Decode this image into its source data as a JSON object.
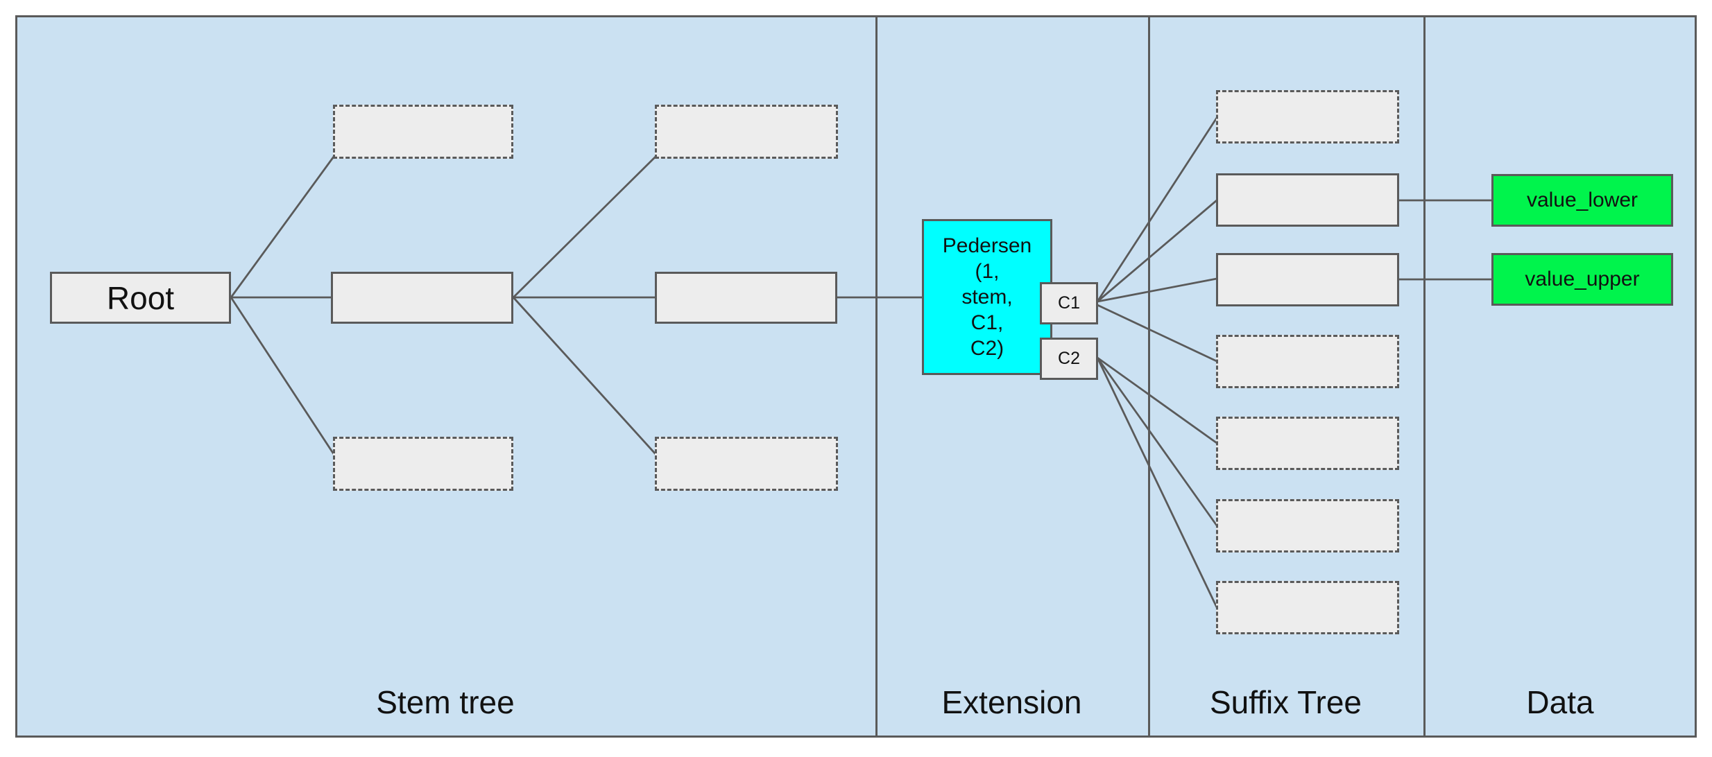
{
  "sections": [
    {
      "label": "Stem tree"
    },
    {
      "label": "Extension"
    },
    {
      "label": "Suffix Tree"
    },
    {
      "label": "Data"
    }
  ],
  "nodes": {
    "root": {
      "label": "Root"
    },
    "pedersen": {
      "label": "Pedersen\n(1,\nstem,\nC1,\nC2)"
    },
    "c1": {
      "label": "C1"
    },
    "c2": {
      "label": "C2"
    },
    "value_lower": {
      "label": "value_lower"
    },
    "value_upper": {
      "label": "value_upper"
    }
  },
  "colors": {
    "panel_background": "#cbe1f2",
    "node_fill": "#ededed",
    "extension_highlight": "#00ffff",
    "data_highlight": "#00f44c",
    "line": "#5a5a5a",
    "text": "#111111"
  }
}
